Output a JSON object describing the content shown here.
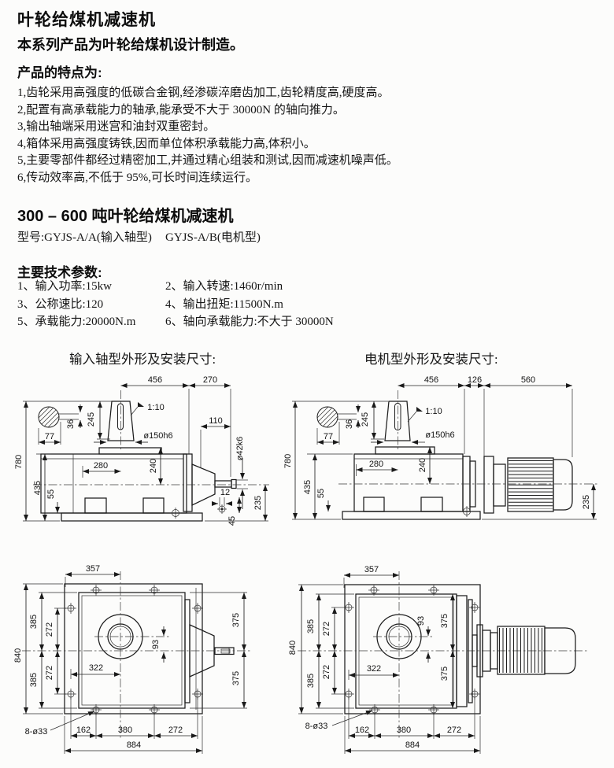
{
  "colors": {
    "ink": "#1a1a1a",
    "paper": "#fcfcfb"
  },
  "doc": {
    "title": "叶轮给煤机减速机",
    "intro": "本系列产品为叶轮给煤机设计制造。",
    "features_heading": "产品的特点为:",
    "features": [
      "1,齿轮采用高强度的低碳合金钢,经渗碳淬磨齿加工,齿轮精度高,硬度高。",
      "2,配置有高承载能力的轴承,能承受不大于 30000N 的轴向推力。",
      "3,输出轴端采用迷宫和油封双重密封。",
      "4,箱体采用高强度铸铁,因而单位体积承载能力高,体积小。",
      "5,主要零部件都经过精密加工,并通过精心组装和测试,因而减速机噪声低。",
      "6,传动效率高,不低于 95%,可长时间连续运行。"
    ],
    "series_heading": "300 – 600 吨叶轮给煤机减速机",
    "model_a": "型号:GYJS-A/A(输入轴型)",
    "model_b": "GYJS-A/B(电机型)",
    "params_heading": "主要技术参数:",
    "params": [
      "1、输入功率:15kw",
      "2、输入转速:1460r/min",
      "3、公称速比:120",
      "4、输出扭矩:11500N.m",
      "5、承载能力:20000N.m",
      "6、轴向承载能力:不大于 30000N"
    ],
    "view_input_title": "输入轴型外形及安装尺寸:",
    "view_motor_title": "电机型外形及安装尺寸:"
  },
  "dims": {
    "side_input": {
      "w_top": "456",
      "w_out": "270",
      "taper": "1:10",
      "shaft_h": "245",
      "d36": "36",
      "d77": "77",
      "shaft_dia": "ø150h6",
      "out_len": "110",
      "out_dia": "ø42k6",
      "h_total": "780",
      "h_body": "435",
      "d55": "55",
      "d280": "280",
      "d240": "240",
      "d12": "12",
      "d45": "45",
      "d235": "235"
    },
    "side_motor": {
      "w_top": "456",
      "w_gap": "126",
      "w_motor": "560",
      "taper": "1:10",
      "shaft_h": "245",
      "d36": "36",
      "d77": "77",
      "shaft_dia": "ø150h6",
      "h_total": "780",
      "h_body": "435",
      "d55": "55",
      "d280": "280",
      "d240": "240",
      "d235": "235"
    },
    "plan_input": {
      "w_top": "357",
      "h_total": "840",
      "d385t": "385",
      "d272t": "272",
      "d272b": "272",
      "d385b": "385",
      "d322": "322",
      "d93": "93",
      "d375t": "375",
      "d375b": "375",
      "holes": "8-ø33",
      "b1": "162",
      "b2": "380",
      "b3": "272",
      "w_total": "884"
    },
    "plan_motor": {
      "w_top": "357",
      "h_total": "840",
      "d385t": "385",
      "d272t": "272",
      "d272b": "272",
      "d385b": "385",
      "d322": "322",
      "d93": "93",
      "d375t": "375",
      "d375b": "375",
      "holes": "8-ø33",
      "b1": "162",
      "b2": "380",
      "b3": "272",
      "w_total": "884"
    }
  }
}
